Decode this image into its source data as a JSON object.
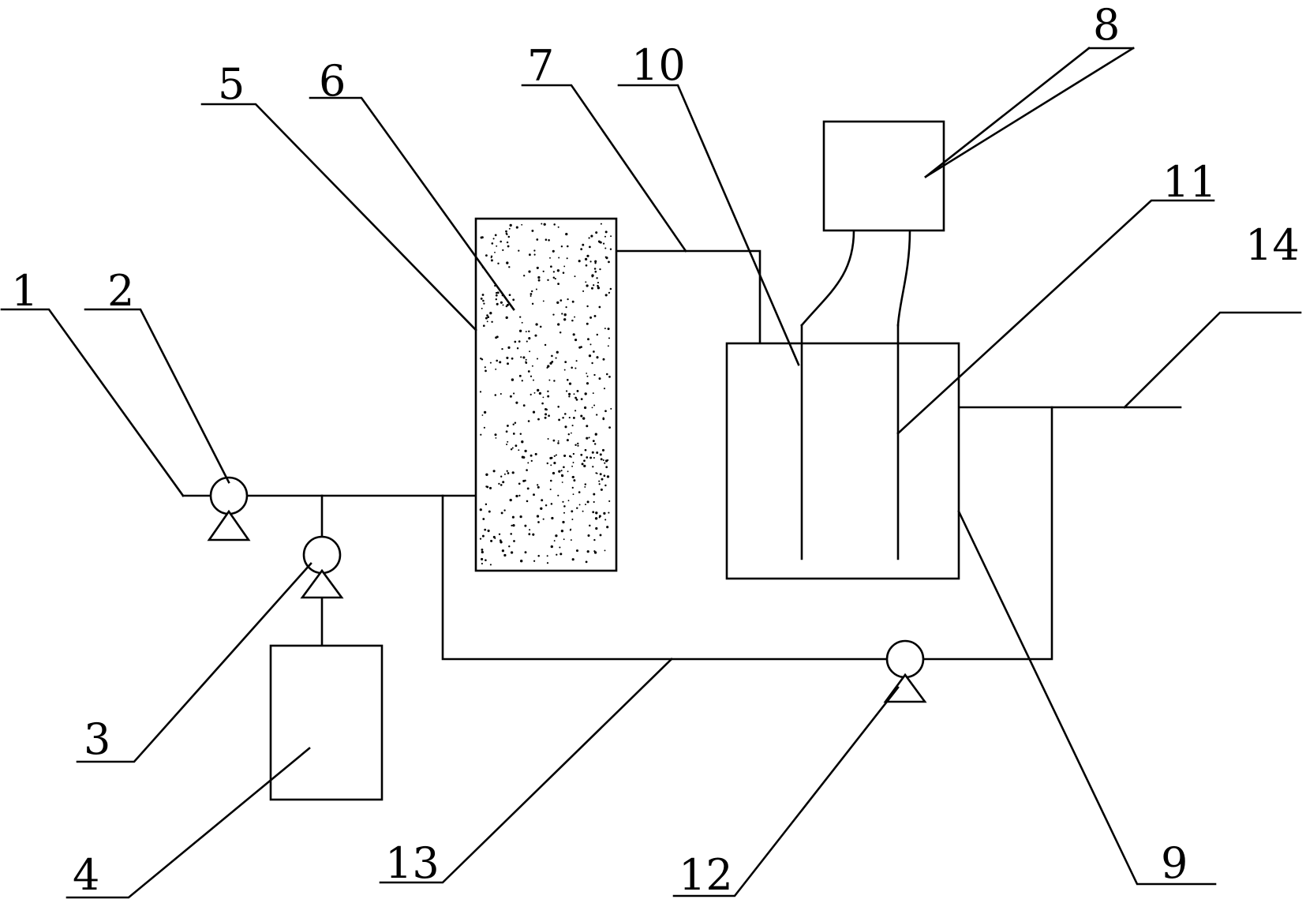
{
  "colors": {
    "stroke": "#000000",
    "background": "#ffffff"
  },
  "labels": {
    "l1": "1",
    "l2": "2",
    "l3": "3",
    "l4": "4",
    "l5": "5",
    "l6": "6",
    "l7": "7",
    "l8": "8",
    "l9": "9",
    "l10": "10",
    "l11": "11",
    "l12": "12",
    "l13": "13",
    "l14": "14"
  }
}
